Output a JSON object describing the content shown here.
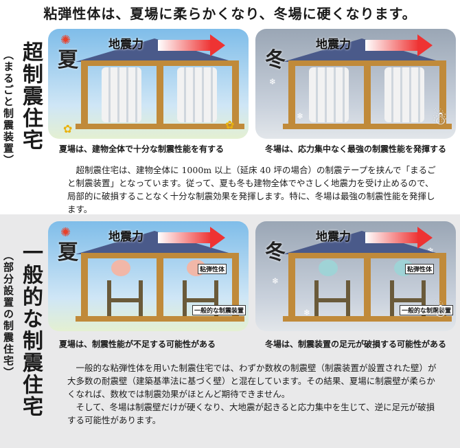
{
  "title": "粘弾性体は、夏場に柔らかくなり、冬場に硬くなります。",
  "section1": {
    "heading": "超制震住宅",
    "subheading": "（まるごと制震装置）",
    "summer_label": "夏",
    "winter_label": "冬",
    "force_label": "地震力",
    "summer_caption": "夏場は、建物全体で十分な制震性能を有する",
    "winter_caption": "冬場は、応力集中なく最強の制震性能を発揮する",
    "paragraph": "超制震住宅は、建物全体に 1000m 以上（延床 40 坪の場合）の制震テープを挟んで「まるごと制震装置」となっています。従って、夏も冬も建物全体でやさしく地震力を受け止めるので、局部的に破損することなく十分な制震効果を発揮します。特に、冬場は最強の制震性能を発揮します。"
  },
  "section2": {
    "heading": "一般的な制震住宅",
    "subheading": "（部分設置の制震住宅）",
    "summer_label": "夏",
    "winter_label": "冬",
    "force_label": "地震力",
    "tag_viscoelastic": "粘弾性体",
    "tag_device": "一般的な制震装置",
    "summer_caption": "夏場は、制震性能が不足する可能性がある",
    "winter_caption": "冬場は、制震装置の足元が破損する可能性がある",
    "paragraph1": "一般的な粘弾性体を用いた制震住宅では、わずか数枚の制震壁（制震装置が設置された壁）が大多数の耐震壁（建築基準法に基づく壁）と混在しています。その結果、夏場に制震壁が柔らかくなれば、数枚では制震効果がほとんど期待できません。",
    "paragraph2": "そして、冬場は制震壁だけが硬くなり、大地震が起きると応力集中を生じて、逆に足元が破損する可能性があります。"
  },
  "colors": {
    "arrow": "#e33333",
    "wood": "#c08a3a",
    "section2_bg": "#e9e9ea"
  }
}
